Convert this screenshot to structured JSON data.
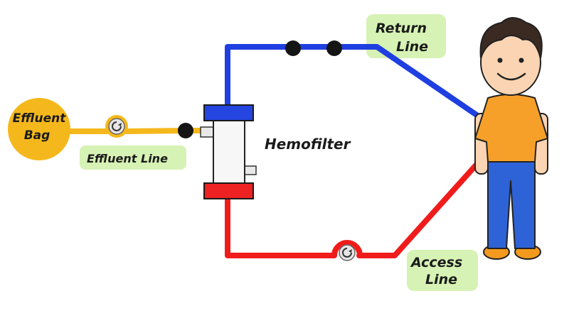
{
  "labels": {
    "effluent_bag_line1": "Effluent",
    "effluent_bag_line2": "Bag",
    "effluent_line": "Effluent Line",
    "hemofilter": "Hemofilter",
    "return_line_1": "Return",
    "return_line_2": "Line",
    "access_line_1": "Access",
    "access_line_2": "Line"
  },
  "colors": {
    "effluent": "#f5b81c",
    "return": "#1f3fe0",
    "access": "#f01c1c",
    "highlight": "#d6f2b4",
    "shirt": "#f6a02a",
    "pants": "#2e63d8",
    "skin": "#fbd5b3",
    "hair": "#3a2a22"
  },
  "icons": {
    "pump": "roller-pump-icon",
    "clamp": "clamp-icon",
    "patient": "patient-icon"
  }
}
